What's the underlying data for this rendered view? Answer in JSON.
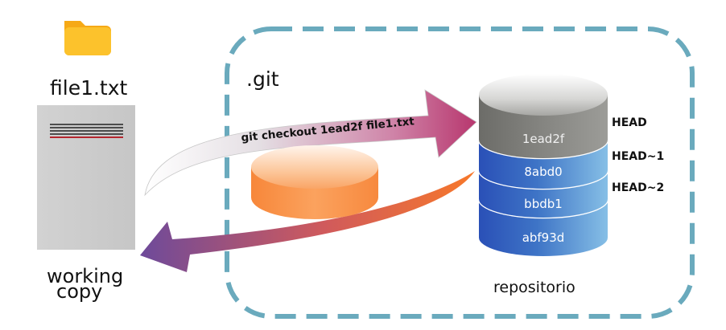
{
  "file": {
    "name": "file1.txt",
    "icon": "folder-icon"
  },
  "working_copy": {
    "line1": "working",
    "line2": "copy"
  },
  "git_dir": {
    "label": ".git"
  },
  "command": {
    "text": "git checkout 1ead2f file1.txt"
  },
  "repository": {
    "label": "repositorio",
    "commits": [
      {
        "hash": "1ead2f",
        "ref": "HEAD"
      },
      {
        "hash": "8abd0",
        "ref": "HEAD~1"
      },
      {
        "hash": "bbdb1",
        "ref": "HEAD~2"
      },
      {
        "hash": "abf93d",
        "ref": ""
      }
    ]
  },
  "colors": {
    "dashed_border": "#6aaabd",
    "folder": "#fbbf24",
    "document": "#cccccc",
    "staging_disk": "#f9a05a",
    "head_disk": "#7b7b77",
    "commit_disk": "#3d73c4",
    "arrow_checkout": "#c04a86",
    "arrow_return": "#f47a2a"
  }
}
